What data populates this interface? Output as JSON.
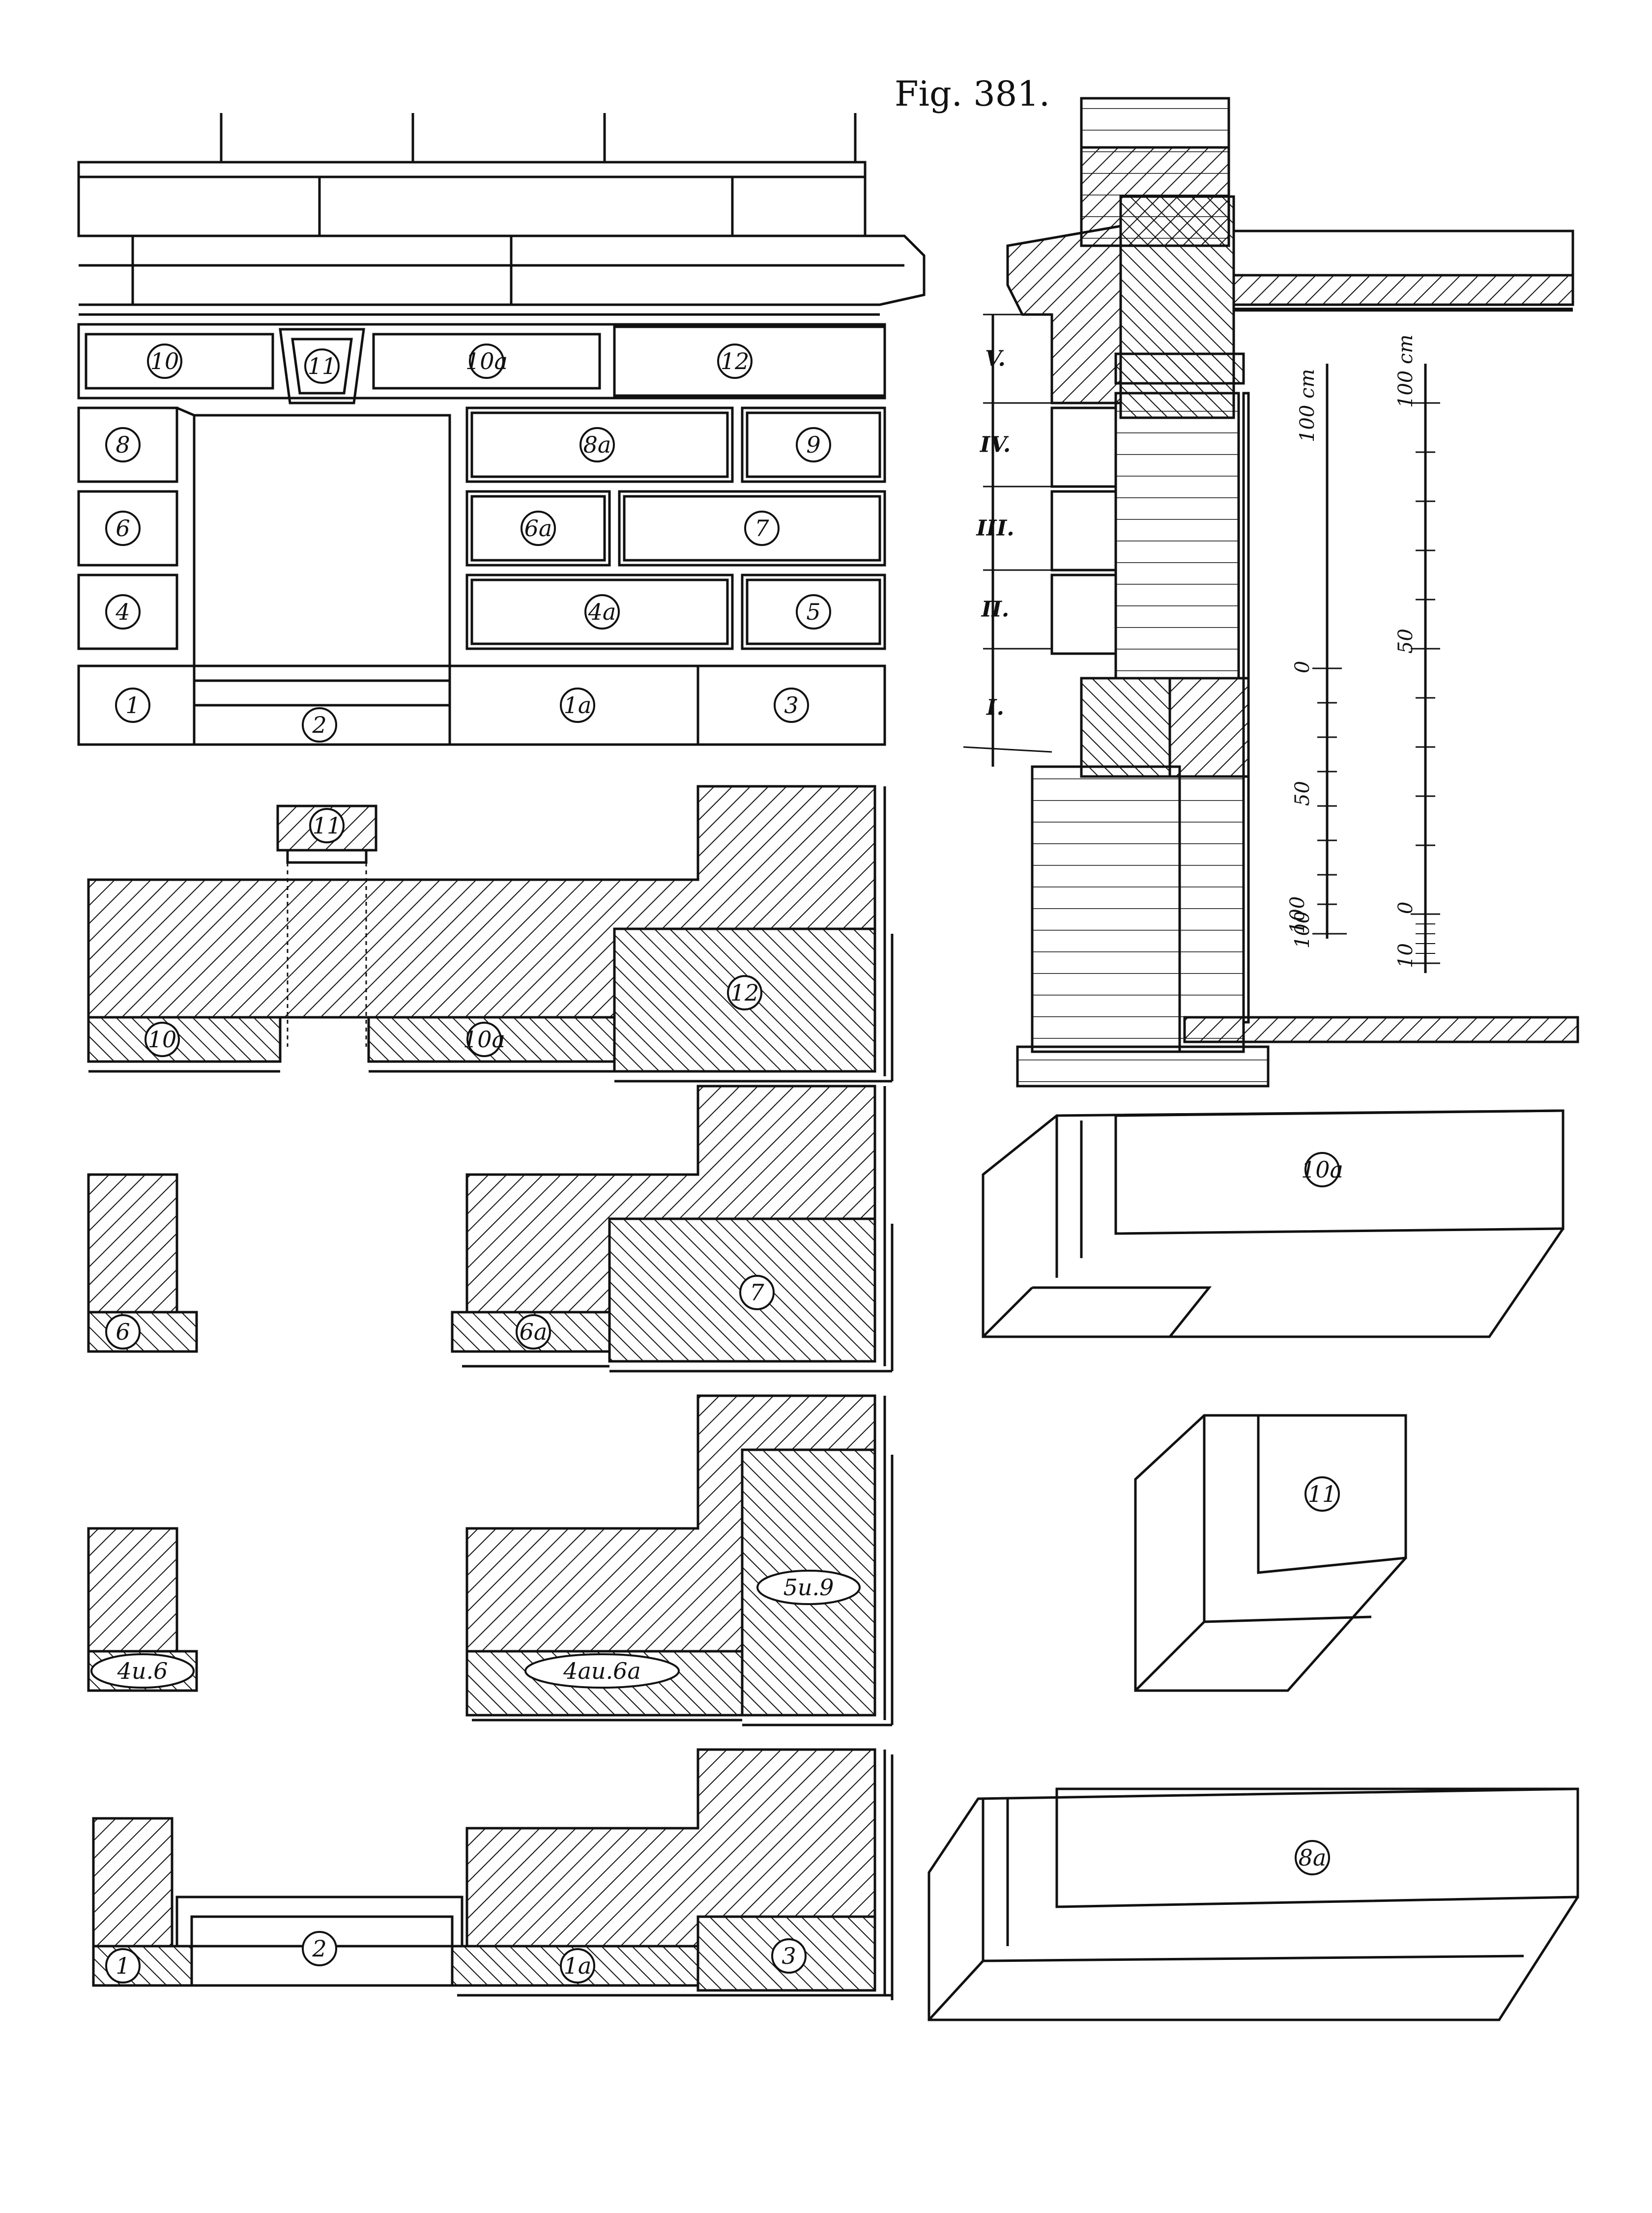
{
  "figure": {
    "title": "Fig. 381."
  },
  "elevation_labels": [
    "10",
    "11",
    "10a",
    "12",
    "8",
    "8a",
    "9",
    "6",
    "6a",
    "7",
    "4",
    "4a",
    "5",
    "1",
    "2",
    "1a",
    "3"
  ],
  "plan_1_labels": [
    "11",
    "10",
    "10a",
    "12"
  ],
  "plan_2_labels": [
    "6",
    "6a",
    "7"
  ],
  "plan_3_labels": [
    "4u.6",
    "4au.6a",
    "5u.9"
  ],
  "plan_4_labels": [
    "1",
    "2",
    "1a",
    "3"
  ],
  "section_courses": [
    "V.",
    "IV.",
    "III.",
    "II.",
    "I."
  ],
  "scale_left": {
    "unit_label": "100 cm",
    "ticks": [
      "100",
      "0",
      "50",
      "100"
    ]
  },
  "scale_right": {
    "unit_label": "100 cm",
    "ticks": [
      "50",
      "0",
      "10"
    ]
  },
  "iso_labels": [
    "10a",
    "11",
    "8a"
  ],
  "colors": {
    "ink": "#111111",
    "paper": "#ffffff"
  }
}
